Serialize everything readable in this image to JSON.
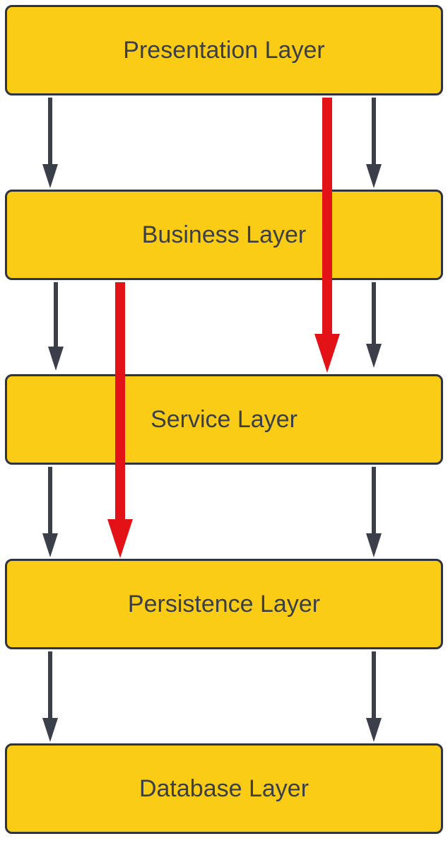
{
  "diagram": {
    "colors": {
      "box_fill": "#facc15",
      "box_border": "#2e3440",
      "text": "#3a3f47",
      "arrow_dark": "#3a3f4a",
      "arrow_red": "#e21216"
    },
    "layers": [
      {
        "id": "presentation",
        "label": "Presentation Layer"
      },
      {
        "id": "business",
        "label": "Business Layer"
      },
      {
        "id": "service",
        "label": "Service Layer"
      },
      {
        "id": "persistence",
        "label": "Persistence Layer"
      },
      {
        "id": "database",
        "label": "Database Layer"
      }
    ],
    "arrows": [
      {
        "from": "presentation",
        "to": "business",
        "style": "dark"
      },
      {
        "from": "presentation",
        "to": "business",
        "style": "dark"
      },
      {
        "from": "business",
        "to": "service",
        "style": "dark"
      },
      {
        "from": "business",
        "to": "service",
        "style": "dark"
      },
      {
        "from": "service",
        "to": "persistence",
        "style": "dark"
      },
      {
        "from": "service",
        "to": "persistence",
        "style": "dark"
      },
      {
        "from": "persistence",
        "to": "database",
        "style": "dark"
      },
      {
        "from": "persistence",
        "to": "database",
        "style": "dark"
      },
      {
        "from": "presentation",
        "to": "service",
        "style": "red",
        "note_skips": "business"
      },
      {
        "from": "business",
        "to": "persistence",
        "style": "red",
        "note_skips": "service"
      }
    ]
  }
}
